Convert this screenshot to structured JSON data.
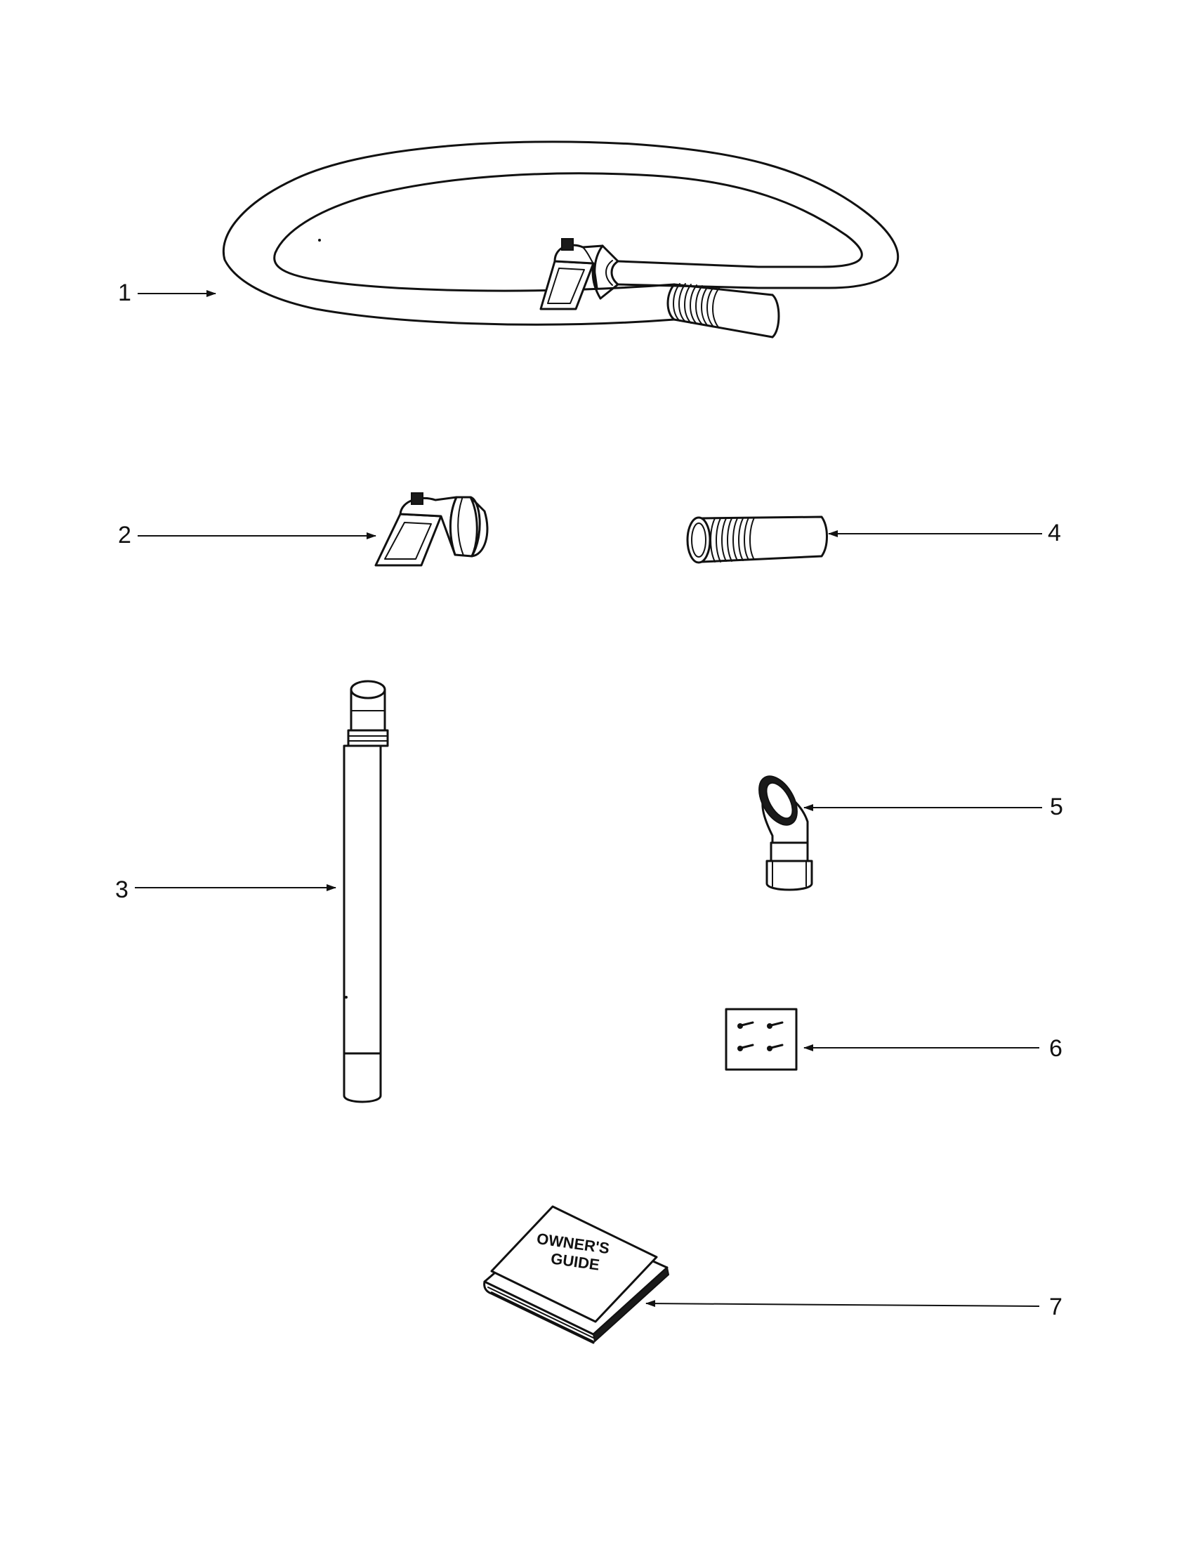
{
  "callouts": [
    {
      "id": "1",
      "part": "hose-assembly"
    },
    {
      "id": "2",
      "part": "swivel-elbow"
    },
    {
      "id": "3",
      "part": "extension-wand"
    },
    {
      "id": "4",
      "part": "hose-cuff"
    },
    {
      "id": "5",
      "part": "elbow-adapter"
    },
    {
      "id": "6",
      "part": "screw-card"
    },
    {
      "id": "7",
      "part": "owners-guide"
    }
  ],
  "book": {
    "line1": "OWNER'S",
    "line2": "GUIDE"
  },
  "colors": {
    "ink": "#111111",
    "paper": "#ffffff"
  }
}
